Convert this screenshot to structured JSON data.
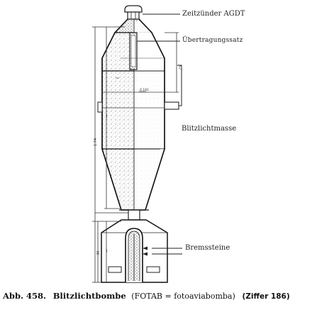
{
  "labels": {
    "fuze": "Zeitzünder AGDT",
    "transfer_charge": "Übertragungssatz",
    "flash_mass": "Blitzlichtmasse",
    "brake_stones": "Bremssteine"
  },
  "caption": {
    "figure_number": "Abb. 458.",
    "title": "Blitzlichtbombe",
    "source": "(FOTAB = fotoaviabomba)",
    "reference": "(Ziffer 186)"
  },
  "colors": {
    "ink": "#222222",
    "paper": "#ffffff",
    "filling": "#9a9a9a"
  }
}
